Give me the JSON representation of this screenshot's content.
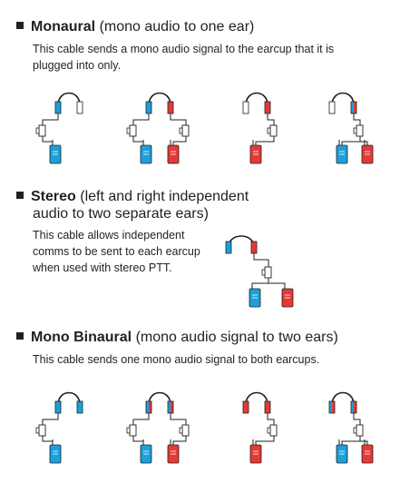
{
  "sections": [
    {
      "title": "Monaural",
      "subtitle": "(mono audio to one ear)",
      "description": "This cable sends a mono audio signal to the earcup that it is plugged into only."
    },
    {
      "title": "Stereo",
      "subtitle": "(left and right independent",
      "subtitle_line2": "audio to two separate ears)",
      "description": "This cable allows independent comms to be sent to each earcup when used with stereo PTT."
    },
    {
      "title": "Mono Binaural",
      "subtitle": "(mono audio signal to two ears)",
      "description": "This cable sends one mono audio signal to both earcups."
    }
  ],
  "colors": {
    "blue": "#1ba0dc",
    "red": "#e33a37",
    "text": "#231f20",
    "line": "#231f20"
  }
}
